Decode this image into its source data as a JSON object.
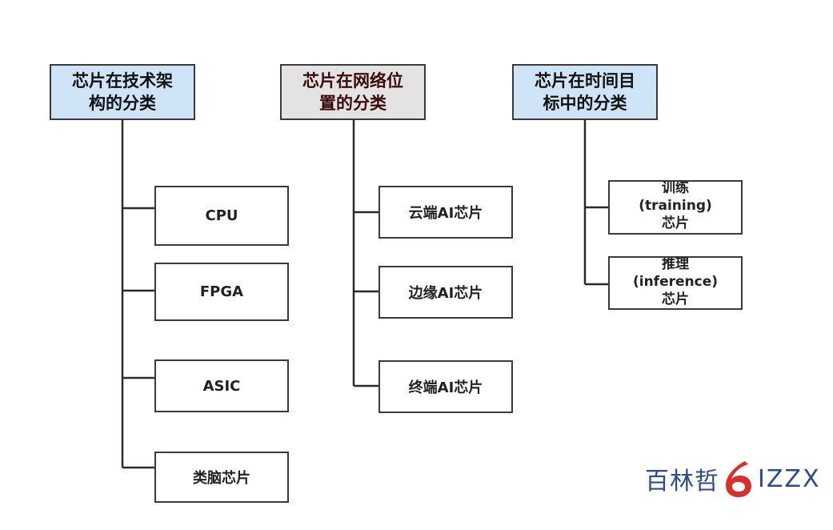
{
  "columns": [
    {
      "heading": "芯片在技术架\n构的分类",
      "fill": "#cfe5f7",
      "items": [
        "CPU",
        "FPGA",
        "ASIC",
        "类脑芯片"
      ]
    },
    {
      "heading": "芯片在网络位\n置的分类",
      "fill": "#e3e3e3",
      "items": [
        "云端AI芯片",
        "边缘AI芯片",
        "终端AI芯片"
      ]
    },
    {
      "heading": "芯片在时间目\n标中的分类",
      "fill": "#cfe5f7",
      "items": [
        "训练\n(training)\n芯片",
        "推理\n(inference)\n芯片"
      ]
    }
  ],
  "watermark": {
    "chinese": "百林哲",
    "latin": "IZZX",
    "mark_color": "#d8312b",
    "text_color": "#2e4a8f"
  }
}
